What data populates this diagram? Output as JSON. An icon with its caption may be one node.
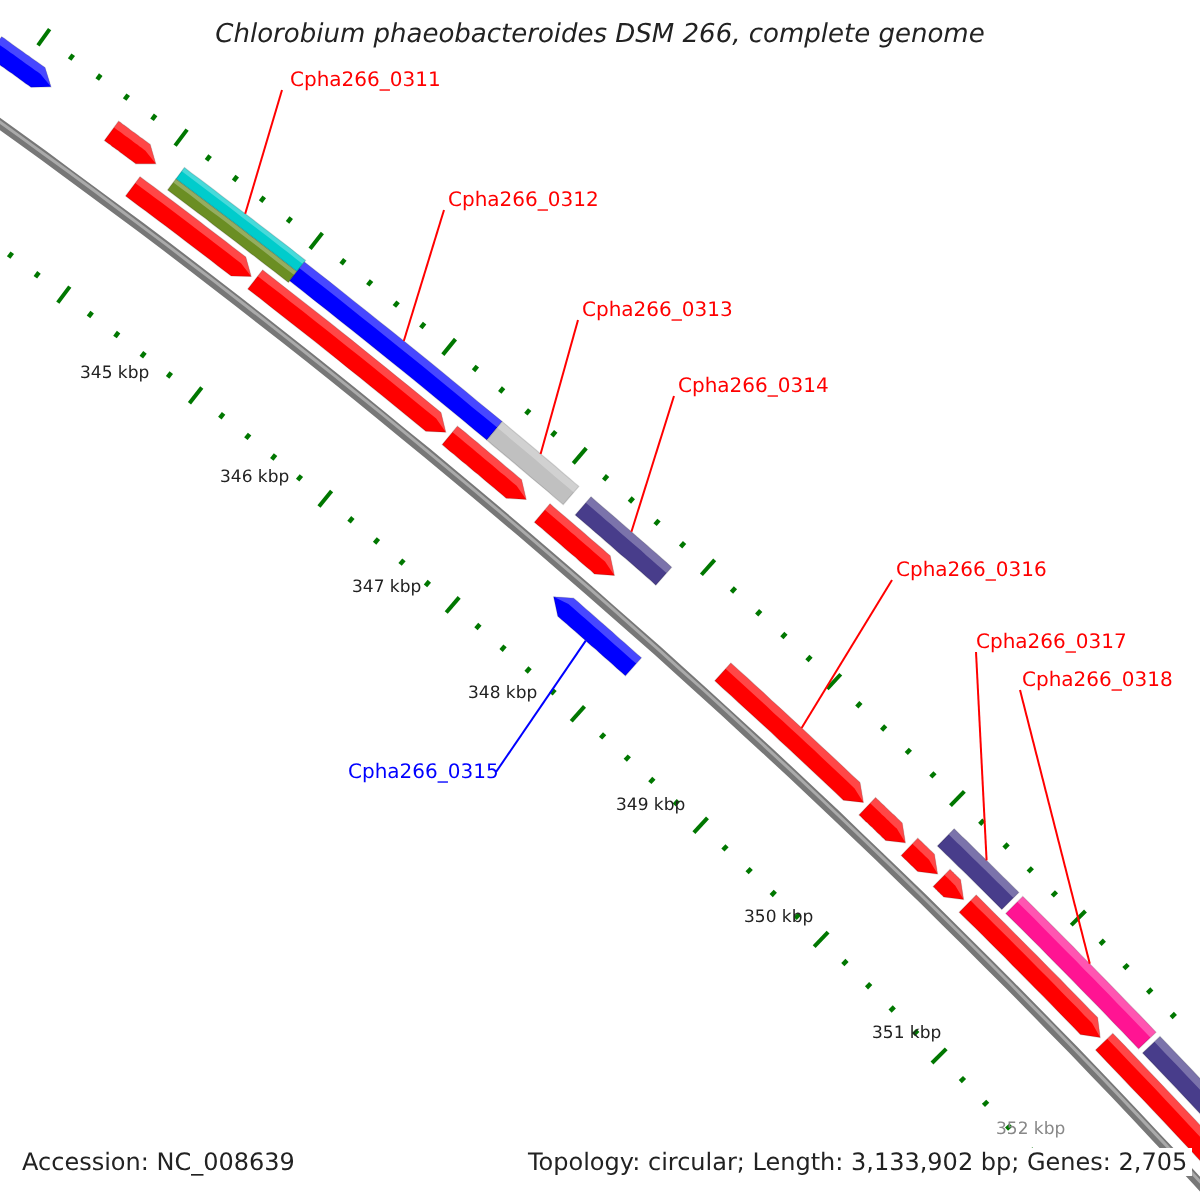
{
  "diagram": {
    "title": "Chlorobium phaeobacteroides DSM 266, complete genome",
    "nodes": [
      {
        "text": [
          "Cpha266_0311"
        ]
      },
      {
        "text": [
          "Cpha266_0312"
        ]
      },
      {
        "text": [
          "Cpha266_0313"
        ]
      },
      {
        "text": [
          "Cpha266_0314"
        ]
      },
      {
        "text": [
          "Cpha266_0316"
        ]
      },
      {
        "text": [
          "Cpha266_0317"
        ]
      },
      {
        "text": [
          "Cpha266_0318"
        ]
      },
      {
        "text": [
          "Cpha266_0315"
        ]
      },
      {
        "text": [],
        "shape": "bar"
      },
      {
        "text": [],
        "shape": "bar"
      },
      {
        "text": [],
        "shape": "bar"
      },
      {
        "text": [],
        "shape": "bar"
      },
      {
        "text": [],
        "shape": "bar"
      },
      {
        "text": [],
        "shape": "bar"
      },
      {
        "text": [],
        "shape": "bar"
      },
      {
        "text": [],
        "shape": "bar"
      }
    ],
    "edges": [
      {
        "from": 0,
        "to": 8,
        "arrow": "none"
      },
      {
        "from": 1,
        "to": 9,
        "arrow": "none"
      },
      {
        "from": 2,
        "to": 10,
        "arrow": "none"
      },
      {
        "from": 3,
        "to": 11,
        "arrow": "none"
      },
      {
        "from": 4,
        "to": 12,
        "arrow": "none"
      },
      {
        "from": 5,
        "to": 13,
        "arrow": "none"
      },
      {
        "from": 6,
        "to": 14,
        "arrow": "none"
      },
      {
        "from": 7,
        "to": 15,
        "arrow": "none",
        "color": "#0000ff"
      }
    ],
    "labels": [
      "345 kbp",
      "346 kbp",
      "347 kbp",
      "348 kbp",
      "349 kbp",
      "350 kbp",
      "351 kbp",
      "352 kbp",
      "Accession: NC_008639",
      "Topology: circular; Length: 3,133,902 bp; Genes: 2,705"
    ]
  }
}
